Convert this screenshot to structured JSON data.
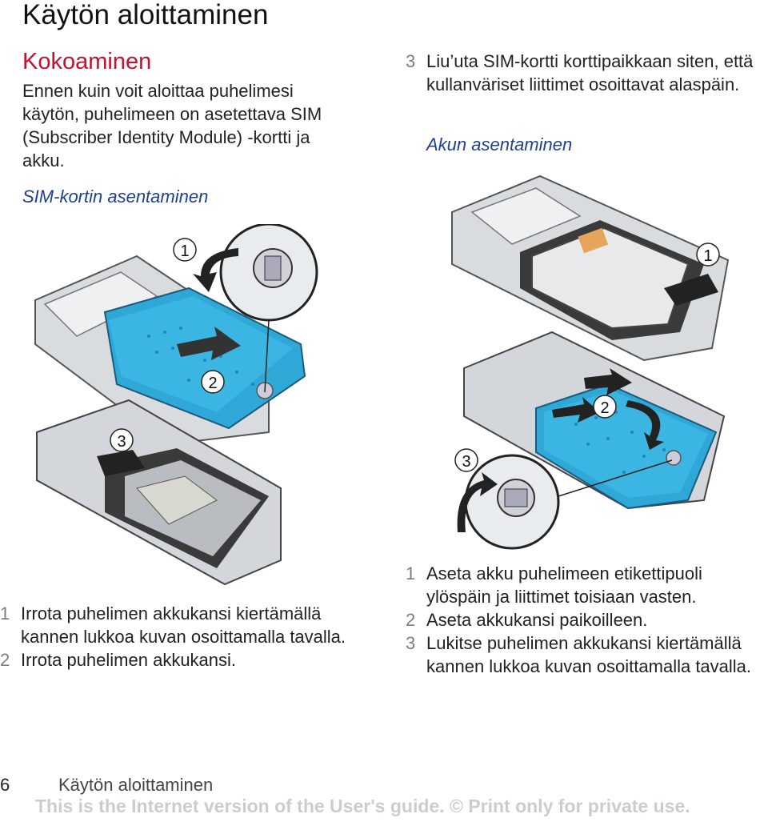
{
  "page": {
    "title": "Käytön aloittaminen",
    "section_heading": "Kokoaminen",
    "intro": "Ennen kuin voit aloittaa puhelimesi käytön, puhelimeen on asetettava SIM (Subscriber Identity Module) -kortti ja akku.",
    "sim_heading": "SIM-kortin asentaminen",
    "battery_heading": "Akun asentaminen"
  },
  "top_right_step": {
    "num": "3",
    "text": "Liu’uta SIM-kortti korttipaikkaan siten, että kullanväriset liittimet osoittavat alaspäin."
  },
  "sim_steps": [
    {
      "num": "1",
      "text": "Irrota puhelimen akkukansi kiertämällä kannen lukkoa kuvan osoittamalla tavalla."
    },
    {
      "num": "2",
      "text": "Irrota puhelimen akkukansi."
    }
  ],
  "battery_steps": [
    {
      "num": "1",
      "text": "Aseta akku puhelimeen etikettipuoli ylöspäin ja liittimet toisiaan vasten."
    },
    {
      "num": "2",
      "text": "Aseta akkukansi paikoilleen."
    },
    {
      "num": "3",
      "text": "Lukitse puhelimen akkukansi kiertämällä kannen lukkoa kuvan osoittamalla tavalla."
    }
  ],
  "callouts": {
    "one": "1",
    "two": "2",
    "three": "3"
  },
  "footer": {
    "page_number": "6",
    "section": "Käytön aloittaminen",
    "disclaimer": "This is the Internet version of the User's guide. © Print only for private use."
  },
  "colors": {
    "heading_red": "#c8102e",
    "subheading_blue": "#1f3f8f",
    "cover_blue": "#2fa8d8",
    "disclaimer_grey": "#c9cdd2"
  },
  "icons": [
    "rotate-arrow-icon",
    "push-arrow-icon",
    "lock-dial-icon"
  ]
}
